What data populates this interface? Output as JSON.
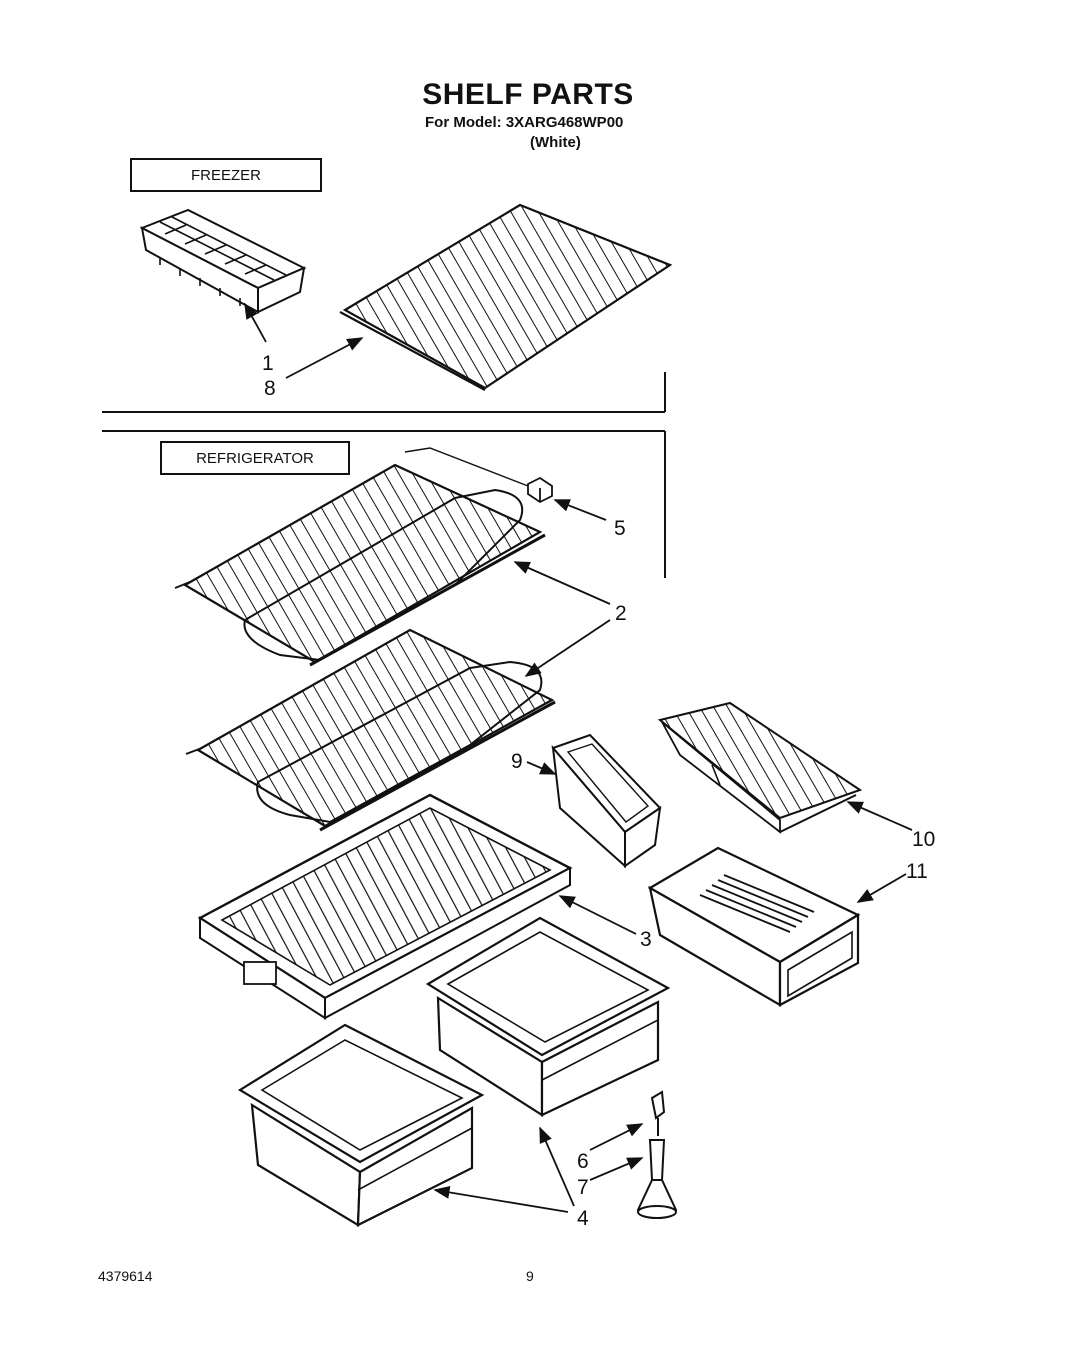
{
  "header": {
    "title": "SHELF PARTS",
    "model_line": "For Model: 3XARG468WP00",
    "color_line": "(White)"
  },
  "sections": {
    "freezer": "FREEZER",
    "refrigerator": "REFRIGERATOR"
  },
  "callouts": [
    {
      "id": "c1",
      "label": "1"
    },
    {
      "id": "c8",
      "label": "8"
    },
    {
      "id": "c5",
      "label": "5"
    },
    {
      "id": "c2",
      "label": "2"
    },
    {
      "id": "c9",
      "label": "9"
    },
    {
      "id": "c10",
      "label": "10"
    },
    {
      "id": "c11",
      "label": "11"
    },
    {
      "id": "c3",
      "label": "3"
    },
    {
      "id": "c6",
      "label": "6"
    },
    {
      "id": "c7",
      "label": "7"
    },
    {
      "id": "c4",
      "label": "4"
    }
  ],
  "footer": {
    "part_number": "4379614",
    "page_number": "9"
  }
}
